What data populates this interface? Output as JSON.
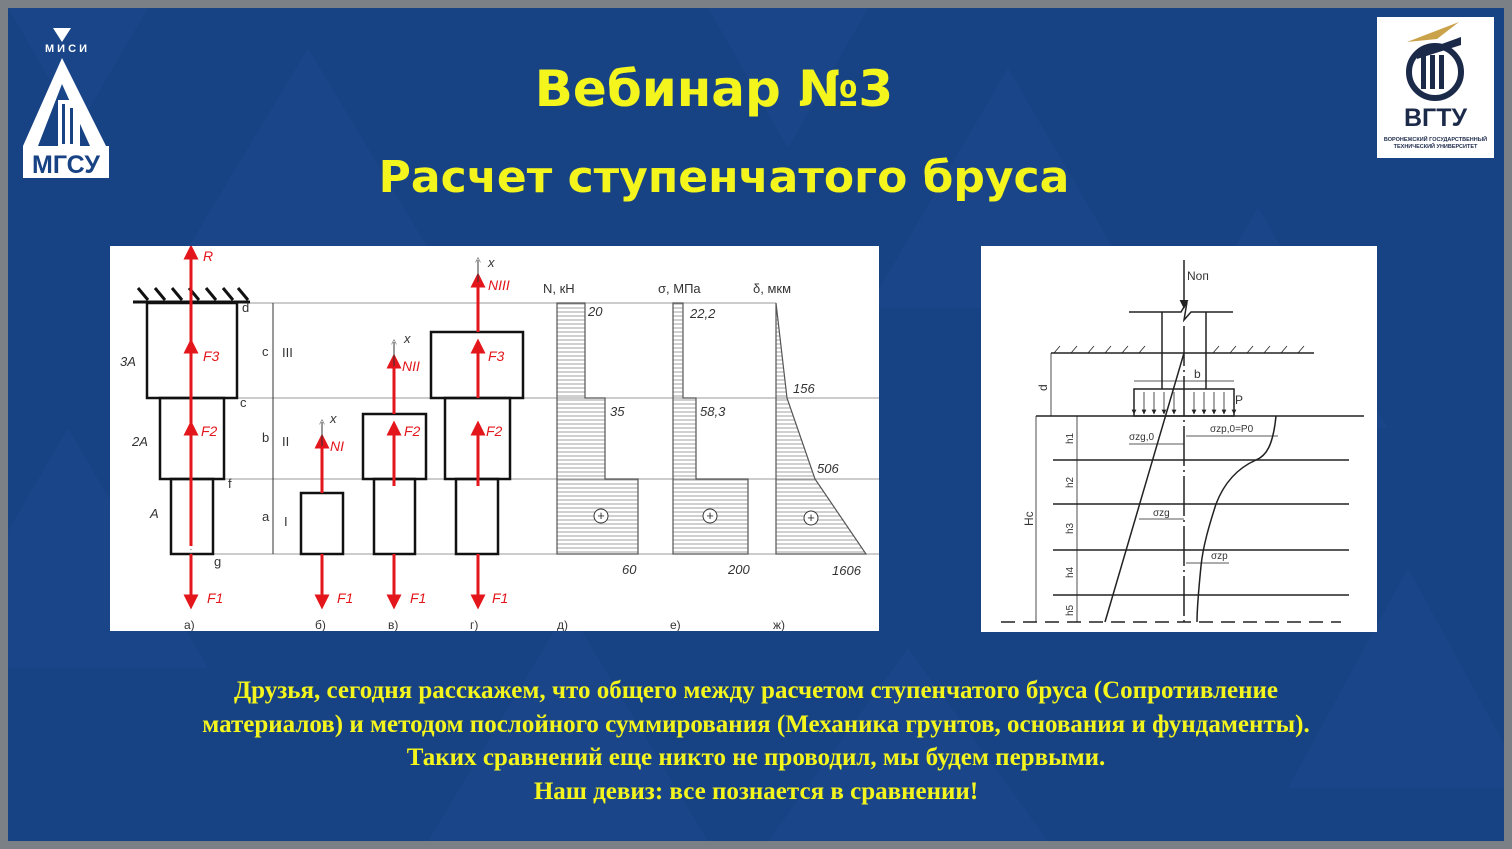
{
  "slide": {
    "title": "Вебинар №3",
    "subtitle": "Расчет ступенчатого бруса",
    "caption_lines": [
      "Друзья, сегодня расскажем, что общего между расчетом ступенчатого бруса (Сопротивление",
      "материалов) и методом послойного суммирования (Механика грунтов, основания и фундаменты).",
      "Таких сравнений еще никто не проводил, мы будем первыми.",
      "Наш девиз: все познается в сравнении!"
    ],
    "colors": {
      "background": "#174283",
      "title": "#f5f51e",
      "force_arrows": "#e3161b"
    }
  },
  "logo_left": {
    "top_text": "М И С И",
    "bottom_text": "МГСУ"
  },
  "logo_right": {
    "name": "ВГТУ",
    "sub_line1": "ВОРОНЕЖСКИЙ ГОСУДАРСТВЕННЫЙ",
    "sub_line2": "ТЕХНИЧЕСКИЙ УНИВЕРСИТЕТ"
  },
  "bar_diagram": {
    "forces": {
      "R": "R",
      "F3": "F3",
      "F2": "F2",
      "F1": "F1",
      "NI": "NI",
      "NII": "NII",
      "NIII": "NIII",
      "x": "x"
    },
    "areas": [
      "3A",
      "2A",
      "A"
    ],
    "dims": [
      "c",
      "b",
      "a"
    ],
    "points": [
      "d",
      "c",
      "f",
      "g"
    ],
    "sections": [
      "III",
      "II",
      "I"
    ],
    "headers": {
      "N": "N, кН",
      "sigma": "σ, МПа",
      "delta": "δ, мкм"
    },
    "N_values": [
      "20",
      "35",
      "60"
    ],
    "sigma_values": [
      "22,2",
      "58,3",
      "200"
    ],
    "delta_values": [
      "156",
      "506",
      "1606"
    ],
    "sign": "+",
    "subfig_labels": [
      "а)",
      "б)",
      "в)",
      "г)",
      "д)",
      "е)",
      "ж)"
    ]
  },
  "soil_diagram": {
    "load": "Noп",
    "width": "b",
    "depth": "d",
    "pressure": "P",
    "sigma_zg0": "σzg,0",
    "sigma_zp0": "σzp,0=P0",
    "sigma_zg": "σzg",
    "sigma_zp": "σzp",
    "Hc": "Hc",
    "layers": [
      "h1",
      "h2",
      "h3",
      "h4",
      "h5"
    ]
  }
}
